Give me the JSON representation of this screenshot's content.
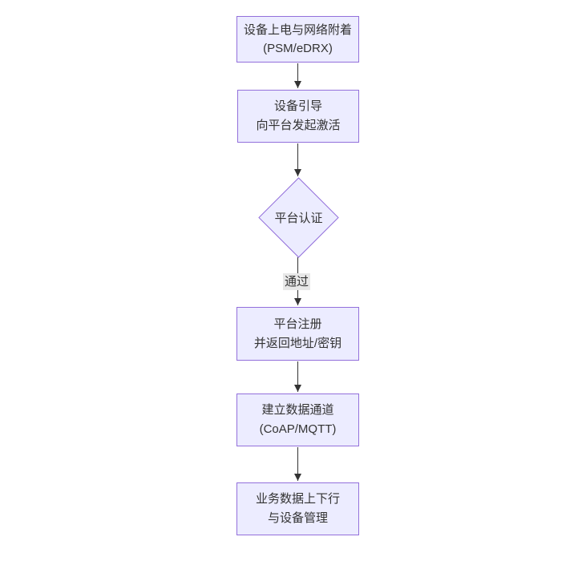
{
  "diagram": {
    "type": "flowchart",
    "direction": "top-down",
    "colors": {
      "node_fill": "#ECECFF",
      "node_border": "#9370DB",
      "arrow_color": "#333333",
      "text_color": "#333333",
      "label_bg": "#e8e8e8",
      "canvas_bg": "#ffffff"
    },
    "nodes": [
      {
        "id": "power-attach",
        "shape": "rect",
        "line1": "设备上电与网络附着",
        "line2": "(PSM/eDRX)"
      },
      {
        "id": "bootstrap",
        "shape": "rect",
        "line1": "设备引导",
        "line2": "向平台发起激活"
      },
      {
        "id": "auth",
        "shape": "diamond",
        "line1": "平台认证",
        "line2": ""
      },
      {
        "id": "register",
        "shape": "rect",
        "line1": "平台注册",
        "line2": "并返回地址/密钥"
      },
      {
        "id": "channel",
        "shape": "rect",
        "line1": "建立数据通道",
        "line2": "(CoAP/MQTT)"
      },
      {
        "id": "business",
        "shape": "rect",
        "line1": "业务数据上下行",
        "line2": "与设备管理"
      }
    ],
    "edges": [
      {
        "from": "power-attach",
        "to": "bootstrap",
        "label": ""
      },
      {
        "from": "bootstrap",
        "to": "auth",
        "label": ""
      },
      {
        "from": "auth",
        "to": "register",
        "label": "通过"
      },
      {
        "from": "register",
        "to": "channel",
        "label": ""
      },
      {
        "from": "channel",
        "to": "business",
        "label": ""
      }
    ]
  }
}
